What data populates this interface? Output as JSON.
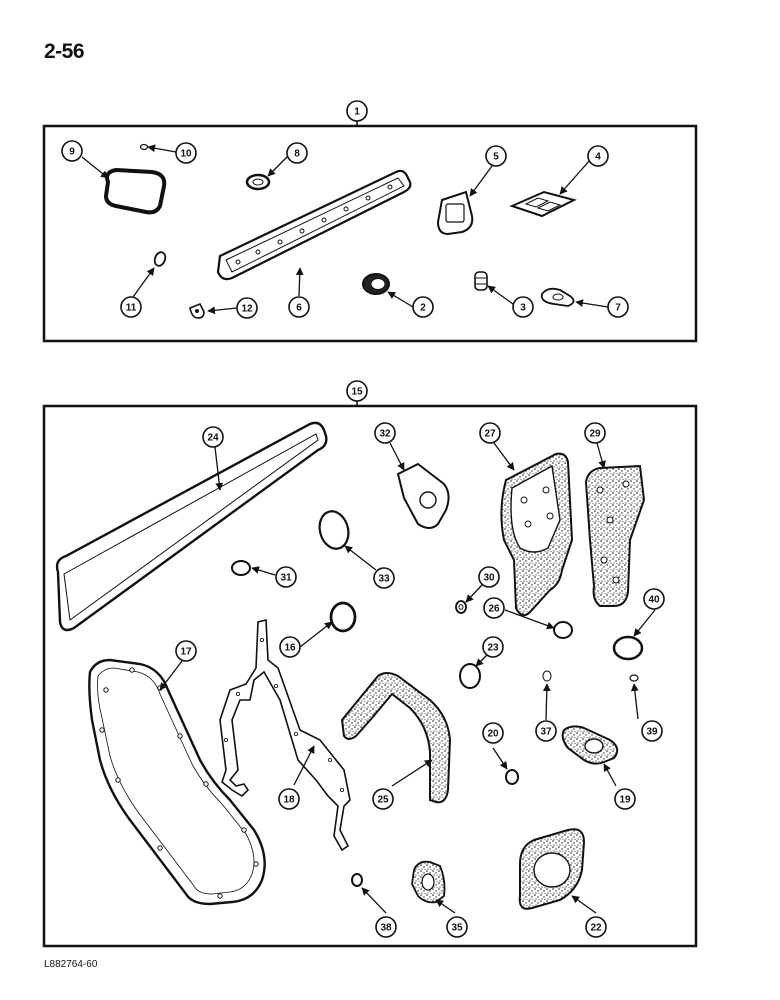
{
  "page_number": "2-56",
  "figure_code": "L882764-60",
  "kits": [
    {
      "label": "1",
      "callouts": [
        "9",
        "10",
        "8",
        "5",
        "4",
        "11",
        "12",
        "6",
        "2",
        "3",
        "7"
      ]
    },
    {
      "label": "15",
      "callouts": [
        "24",
        "32",
        "27",
        "29",
        "31",
        "33",
        "30",
        "40",
        "26",
        "16",
        "17",
        "23",
        "37",
        "39",
        "20",
        "18",
        "25",
        "19",
        "38",
        "35",
        "22"
      ]
    }
  ]
}
